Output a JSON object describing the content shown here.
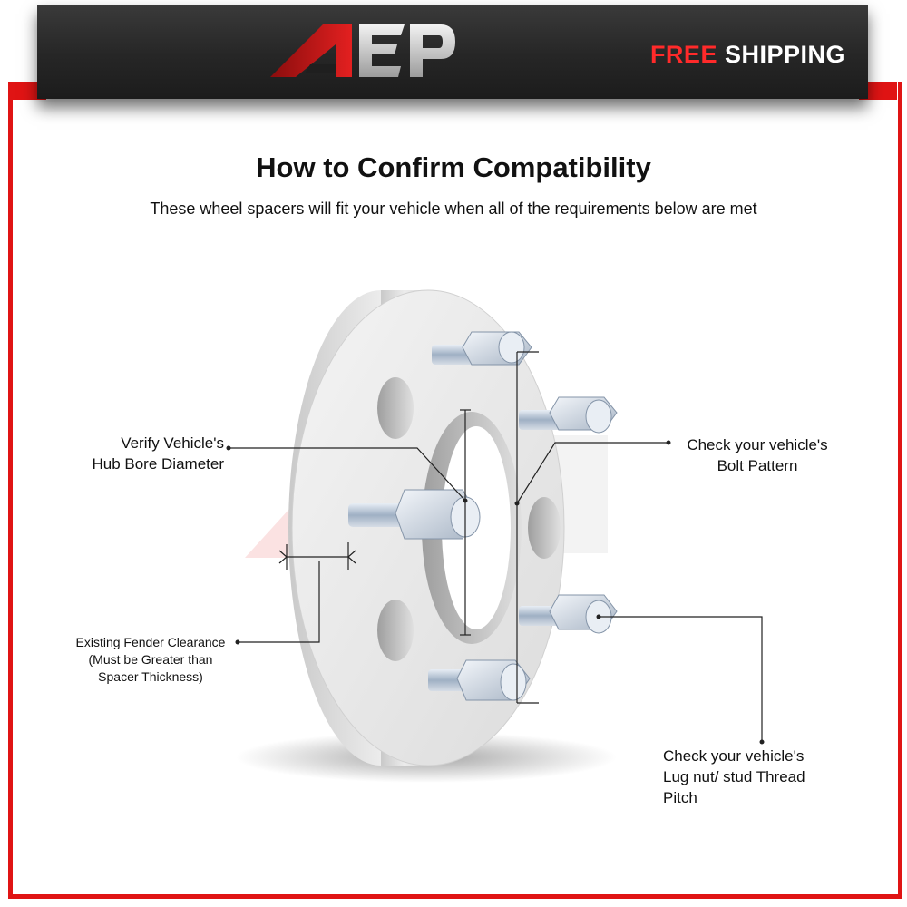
{
  "header": {
    "logo_text": "AEP",
    "shipping_free": "FREE",
    "shipping_word": "SHIPPING"
  },
  "colors": {
    "accent": "#e01414",
    "header_bg": "#2a2a2a",
    "spacer": "#e6e6e6"
  },
  "title": "How to Confirm Compatibility",
  "subtitle": "These wheel spacers will fit your vehicle when all of the requirements below are met",
  "callouts": {
    "hub_bore": [
      "Verify Vehicle's",
      "Hub Bore Diameter"
    ],
    "bolt_pattern": [
      "Check your vehicle's",
      "Bolt Pattern"
    ],
    "fender": [
      "Existing Fender Clearance",
      "(Must be Greater than",
      "Spacer Thickness)"
    ],
    "thread_pitch": [
      "Check your vehicle's",
      "Lug nut/ stud Thread",
      "Pitch"
    ]
  }
}
